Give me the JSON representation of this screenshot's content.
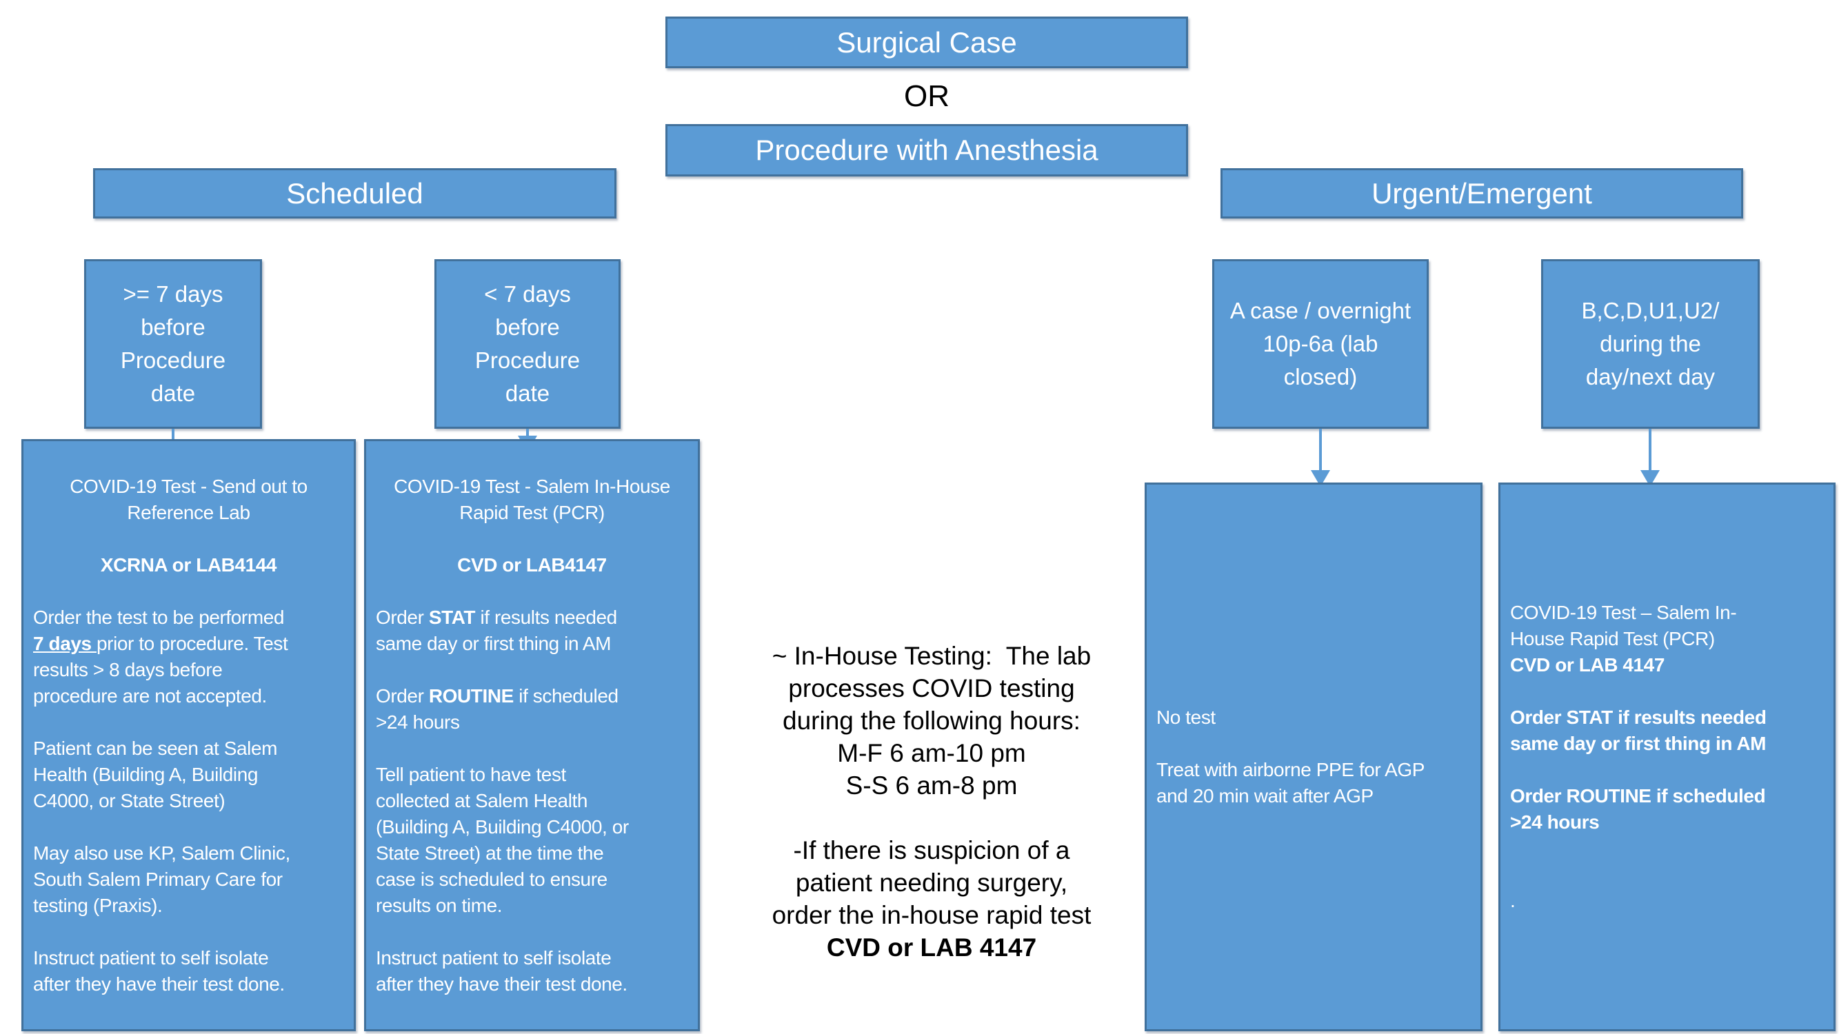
{
  "colors": {
    "box_fill": "#5B9BD5",
    "box_border": "#41719C",
    "connector": "#5B9BD5",
    "box_text": "#FFFFFF",
    "plain_text": "#000000"
  },
  "top_section": {
    "surgical_case_label": "Surgical Case",
    "or_label": "OR",
    "procedure_label": "Procedure with Anesthesia"
  },
  "branch_headers": {
    "scheduled": "Scheduled",
    "urgent": "Urgent/Emergent"
  },
  "condition_boxes": [
    {
      "id": "gte7",
      "text": ">= 7 days\nbefore\nProcedure\ndate"
    },
    {
      "id": "lt7",
      "text": "< 7 days\nbefore\nProcedure\ndate"
    },
    {
      "id": "a_case",
      "text": "A case / overnight\n10p-6a (lab\nclosed)"
    },
    {
      "id": "bcd",
      "text": "B,C,D,U1,U2/\nduring the\nday/next day"
    }
  ],
  "detail_boxes": {
    "send_out": {
      "paragraphs": [
        {
          "align": "center",
          "runs": [
            {
              "t": "COVID-19 Test - Send out to\nReference Lab"
            }
          ]
        },
        {
          "align": "center",
          "runs": []
        },
        {
          "align": "center",
          "runs": [
            {
              "t": "XCRNA or LAB4144",
              "b": true
            }
          ]
        },
        {
          "align": "left",
          "runs": []
        },
        {
          "align": "left",
          "runs": [
            {
              "t": "Order the test to be performed\n"
            },
            {
              "t": "7 days ",
              "b": true,
              "u": true
            },
            {
              "t": "prior to procedure. Test\nresults > 8 days before\nprocedure are not accepted."
            }
          ]
        },
        {
          "align": "left",
          "runs": []
        },
        {
          "align": "left",
          "runs": [
            {
              "t": "Patient can be seen at Salem\nHealth (Building A, Building\nC4000, or State Street)"
            }
          ]
        },
        {
          "align": "left",
          "runs": []
        },
        {
          "align": "left",
          "runs": [
            {
              "t": "May also use KP, Salem Clinic,\nSouth Salem Primary Care for\ntesting (Praxis)."
            }
          ]
        },
        {
          "align": "left",
          "runs": []
        },
        {
          "align": "left",
          "runs": [
            {
              "t": "Instruct patient to self isolate\nafter they have their test done."
            }
          ]
        }
      ]
    },
    "in_house": {
      "paragraphs": [
        {
          "align": "center",
          "runs": [
            {
              "t": "COVID-19 Test - Salem In-House\nRapid Test (PCR)"
            }
          ]
        },
        {
          "align": "center",
          "runs": []
        },
        {
          "align": "center",
          "runs": [
            {
              "t": "CVD or LAB4147",
              "b": true
            }
          ]
        },
        {
          "align": "left",
          "runs": []
        },
        {
          "align": "left",
          "runs": [
            {
              "t": "Order "
            },
            {
              "t": "STAT",
              "b": true
            },
            {
              "t": " if results needed\nsame day or first thing in AM"
            }
          ]
        },
        {
          "align": "left",
          "runs": []
        },
        {
          "align": "left",
          "runs": [
            {
              "t": "Order "
            },
            {
              "t": "ROUTINE",
              "b": true
            },
            {
              "t": " if scheduled\n>24 hours"
            }
          ]
        },
        {
          "align": "left",
          "runs": []
        },
        {
          "align": "left",
          "runs": [
            {
              "t": "Tell patient to have test\ncollected at Salem Health\n(Building A, Building C4000, or\nState Street) at the time the\ncase is scheduled to ensure\nresults on time."
            }
          ]
        },
        {
          "align": "left",
          "runs": []
        },
        {
          "align": "left",
          "runs": [
            {
              "t": "Instruct patient to self isolate\nafter they have their test done."
            }
          ]
        }
      ]
    },
    "no_test": {
      "paragraphs": [
        {
          "align": "left",
          "runs": [
            {
              "t": "No test"
            }
          ]
        },
        {
          "align": "left",
          "runs": []
        },
        {
          "align": "left",
          "runs": [
            {
              "t": "Treat with airborne PPE for AGP\nand 20 min wait after AGP"
            }
          ]
        }
      ]
    },
    "urgent_in_house": {
      "paragraphs": [
        {
          "align": "left",
          "runs": [
            {
              "t": "COVID-19 Test – Salem In-\nHouse Rapid Test (PCR)"
            }
          ]
        },
        {
          "align": "left",
          "runs": [
            {
              "t": "CVD or LAB 4147",
              "b": true
            }
          ]
        },
        {
          "align": "left",
          "runs": []
        },
        {
          "align": "left",
          "runs": [
            {
              "t": "Order STAT if results needed\nsame day or first thing in AM",
              "b": true
            }
          ]
        },
        {
          "align": "left",
          "runs": []
        },
        {
          "align": "left",
          "runs": [
            {
              "t": "Order ROUTINE if scheduled\n>24 hours",
              "b": true
            }
          ]
        },
        {
          "align": "left",
          "runs": []
        },
        {
          "align": "left",
          "runs": []
        },
        {
          "align": "left",
          "runs": [
            {
              "t": "."
            }
          ]
        }
      ]
    }
  },
  "center_note": {
    "paragraphs": [
      {
        "align": "center",
        "runs": [
          {
            "t": "~ In-House Testing:  The lab\nprocesses COVID testing\nduring the following hours:"
          }
        ]
      },
      {
        "align": "center",
        "runs": [
          {
            "t": "M-F 6 am-10 pm"
          }
        ]
      },
      {
        "align": "center",
        "runs": [
          {
            "t": "S-S 6 am-8 pm"
          }
        ]
      },
      {
        "align": "center",
        "runs": []
      },
      {
        "align": "center",
        "runs": [
          {
            "t": "-If there is suspicion of a\npatient needing surgery,\norder the in-house rapid test"
          }
        ]
      },
      {
        "align": "center",
        "runs": [
          {
            "t": "CVD or LAB 4147",
            "b": true
          }
        ]
      }
    ]
  }
}
